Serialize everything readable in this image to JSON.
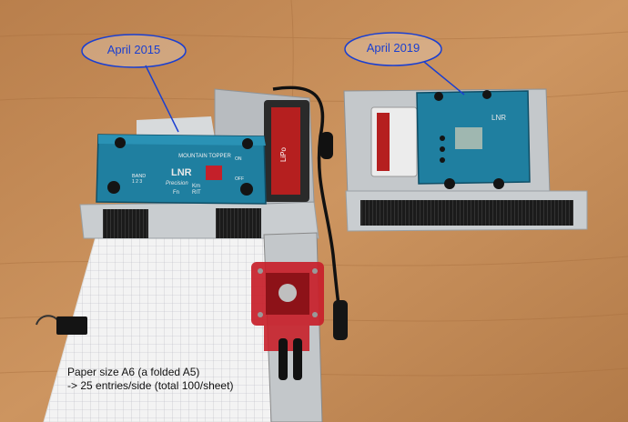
{
  "annotations": {
    "left_callout": "April 2015",
    "right_callout": "April 2019"
  },
  "radio_left": {
    "brand": "LNR",
    "brand_sub": "Precision",
    "model": "MOUNTAIN TOPPER",
    "band_label": "BAND",
    "band_values": "1 2 3",
    "fn_label": "Fn",
    "km_label": "Km",
    "rit_label": "RIT",
    "on_label": "ON",
    "off_label": "OFF"
  },
  "radio_right": {
    "brand": "LNR"
  },
  "battery_label": "LiPo",
  "paper_note": {
    "line1": "Paper size A6 (a folded A5)",
    "line2": "-> 25 entries/side (total 100/sheet)"
  },
  "colors": {
    "wood": "#c48a55",
    "teal_panel": "#1f7fa0",
    "aluminum": "#c9cdd0",
    "callout_blue": "#1a3fd1",
    "key_red": "#c8202a"
  }
}
